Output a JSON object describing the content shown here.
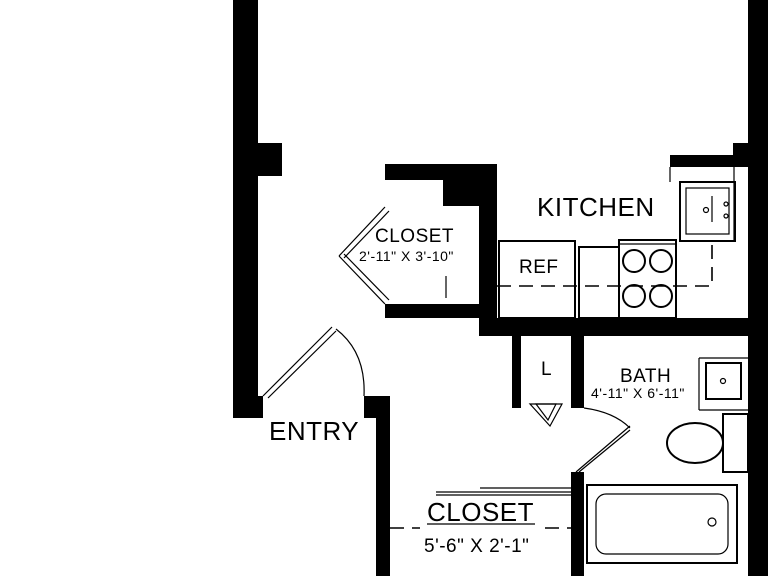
{
  "rooms": {
    "kitchen": {
      "label": "KITCHEN"
    },
    "closet_upper": {
      "label": "CLOSET",
      "dimensions": "2'-11\" X 3'-10\""
    },
    "ref": {
      "label": "REF"
    },
    "linen": {
      "label": "L"
    },
    "bath": {
      "label": "BATH",
      "dimensions": "4'-11\" X 6'-11\""
    },
    "entry": {
      "label": "ENTRY"
    },
    "closet_lower": {
      "label": "CLOSET",
      "dimensions": "5'-6\" X 2'-1\""
    }
  }
}
